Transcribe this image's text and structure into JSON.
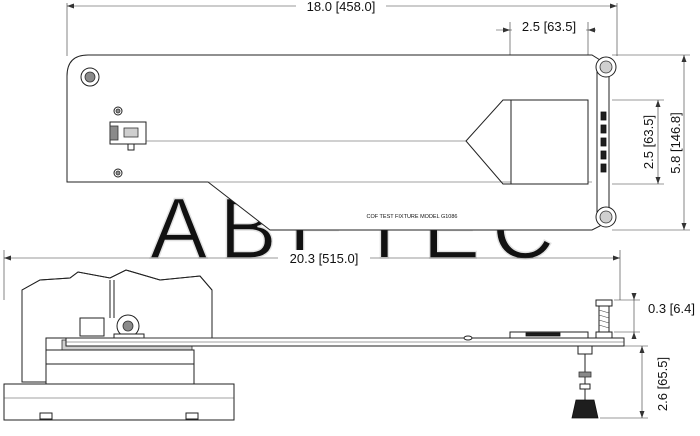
{
  "watermark": "ABETEC",
  "top_view": {
    "overall_length": "18.0 [458.0]",
    "end_offset": "2.5 [63.5]",
    "overall_width": "5.8 [146.8]",
    "slot_height": "2.5 [63.5]",
    "model_label": "COF TEST FIXTURE   MODEL G1086"
  },
  "side_view": {
    "overall_length": "20.3 [515.0]",
    "clearance": "0.3 [6.4]",
    "foot_height": "2.6 [65.5]"
  }
}
